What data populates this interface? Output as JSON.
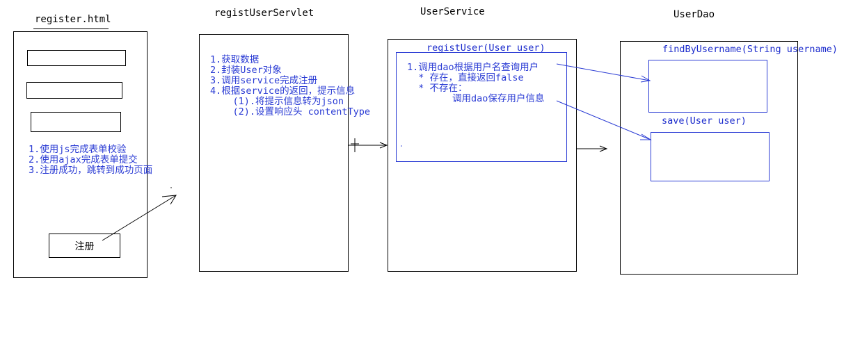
{
  "columns": {
    "register_html": {
      "title": "register.html",
      "notes": [
        "1.使用js完成表单校验",
        "2.使用ajax完成表单提交",
        "3.注册成功，跳转到成功页面"
      ],
      "register_button_label": "注册"
    },
    "servlet": {
      "title": "registUserServlet",
      "notes": [
        "1.获取数据",
        "2.封装User对象",
        "3.调用service完成注册",
        "4.根据service的返回，提示信息",
        "    (1).将提示信息转为json",
        "    (2).设置响应头 contentType"
      ]
    },
    "service": {
      "title": "UserService",
      "method": "registUser(User user)",
      "notes": [
        "1.调用dao根据用户名查询用户",
        "  * 存在，直接返回false",
        "  * 不存在：",
        "        调用dao保存用户信息"
      ]
    },
    "dao": {
      "title": "UserDao",
      "method_find": "findByUsername(String username)",
      "method_save": "save(User user)"
    }
  },
  "colors": {
    "annotation_blue": "#2a3bd4",
    "box_black": "#000000"
  }
}
